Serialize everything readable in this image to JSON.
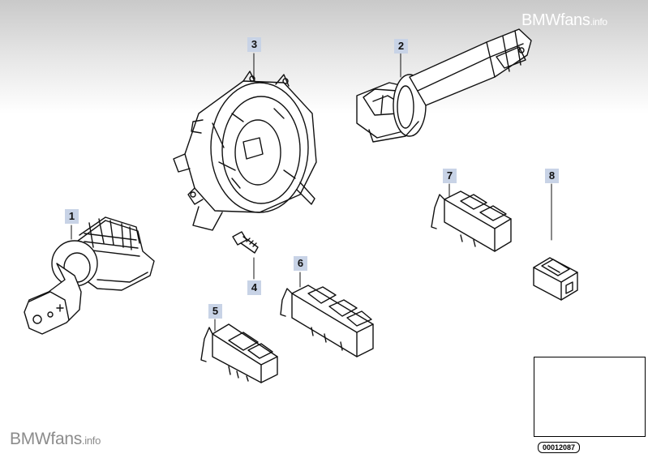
{
  "watermark": {
    "top_main": "BMWfans",
    "top_suffix": ".info",
    "bottom_main": "BMWfans",
    "bottom_suffix": ".info"
  },
  "callouts": [
    {
      "id": "1",
      "label": "1"
    },
    {
      "id": "2",
      "label": "2"
    },
    {
      "id": "3",
      "label": "3"
    },
    {
      "id": "4",
      "label": "4"
    },
    {
      "id": "5",
      "label": "5"
    },
    {
      "id": "6",
      "label": "6"
    },
    {
      "id": "7",
      "label": "7"
    },
    {
      "id": "8",
      "label": "8"
    }
  ],
  "diagram_id": "00012087",
  "colors": {
    "callout_bg": "#c8d3e6",
    "line": "#111111",
    "header_gradient_top": "#c9c9c9"
  }
}
